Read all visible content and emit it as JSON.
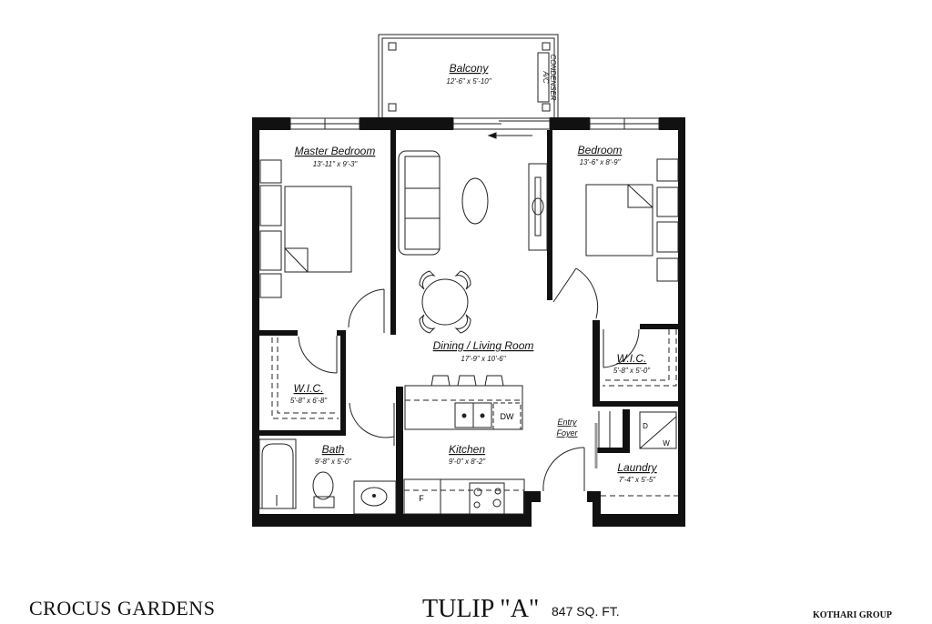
{
  "plan": {
    "rooms": {
      "balcony": {
        "name": "Balcony",
        "dims": "12'-6\" x 5'-10\""
      },
      "ac": {
        "line1": "A/C",
        "line2": "CONDENSER"
      },
      "master_bedroom": {
        "name": "Master Bedroom",
        "dims": "13'-11\" x 9'-3\""
      },
      "bedroom": {
        "name": "Bedroom",
        "dims": "13'-6\" x 8'-9\""
      },
      "dining_living": {
        "name": "Dining / Living Room",
        "dims": "17'-9\" x 10'-6\""
      },
      "wic_master": {
        "name": "W.I.C.",
        "dims": "5'-8\" x 6'-8\""
      },
      "wic_bedroom": {
        "name": "W.I.C.",
        "dims": "5'-8\" x 5'-0\""
      },
      "bath": {
        "name": "Bath",
        "dims": "9'-8\" x 5'-0\""
      },
      "kitchen": {
        "name": "Kitchen",
        "dims": "9'-0\" x 8'-2\""
      },
      "entry": {
        "line1": "Entry",
        "line2": "Foyer"
      },
      "laundry": {
        "name": "Laundry",
        "dims": "7'-4\" x 5'-5\""
      }
    },
    "appliances": {
      "dishwasher": "DW",
      "fridge": "F",
      "dryer": "D",
      "washer": "W"
    },
    "colors": {
      "wall": "#111111",
      "line": "#222222",
      "background": "#ffffff"
    }
  },
  "footer": {
    "project": "CROCUS GARDENS",
    "model": "TULIP \"A\"",
    "area": "847 SQ. FT.",
    "developer": "KOTHARI GROUP"
  }
}
